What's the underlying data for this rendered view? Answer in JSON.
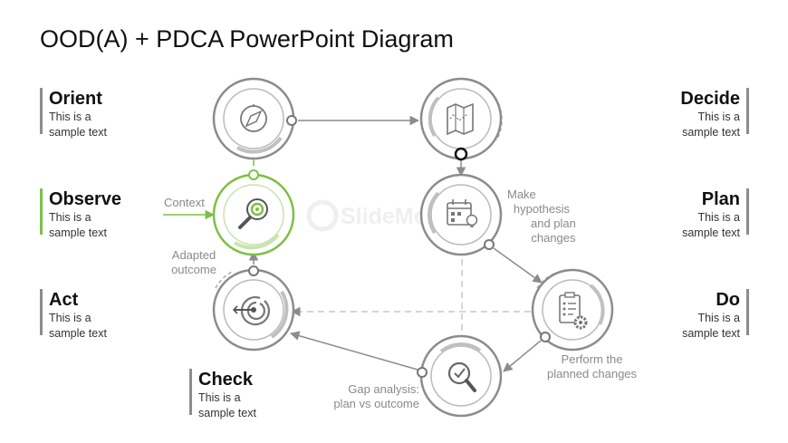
{
  "title": "OOD(A) + PDCA PowerPoint Diagram",
  "labels": {
    "orient": {
      "title": "Orient",
      "line1": "This is a",
      "line2": "sample text"
    },
    "observe": {
      "title": "Observe",
      "line1": "This is a",
      "line2": "sample text"
    },
    "act": {
      "title": "Act",
      "line1": "This is a",
      "line2": "sample text"
    },
    "check": {
      "title": "Check",
      "line1": "This is a",
      "line2": "sample text"
    },
    "decide": {
      "title": "Decide",
      "line1": "This is a",
      "line2": "sample text"
    },
    "plan": {
      "title": "Plan",
      "line1": "This is a",
      "line2": "sample text"
    },
    "do": {
      "title": "Do",
      "line1": "This is a",
      "line2": "sample text"
    }
  },
  "notes": {
    "context": "Context",
    "adapted_1": "Adapted",
    "adapted_2": "outcome",
    "hypothesis_1": "Make",
    "hypothesis_2": "hypothesis",
    "hypothesis_3": "and plan",
    "hypothesis_4": "changes",
    "perform_1": "Perform the",
    "perform_2": "planned changes",
    "gap_1": "Gap analysis:",
    "gap_2": "plan vs outcome"
  },
  "watermark": "SlideModel",
  "colors": {
    "gray": "#8c8c8c",
    "green": "#7cc043",
    "text": "#111111",
    "note": "#8a8a8a"
  },
  "icons": {
    "orient": "compass-icon",
    "decide": "map-icon",
    "observe": "magnifier-target-icon",
    "plan": "calendar-lightbulb-icon",
    "do": "clipboard-gear-icon",
    "act": "target-arrow-icon",
    "check": "magnifier-check-icon"
  }
}
